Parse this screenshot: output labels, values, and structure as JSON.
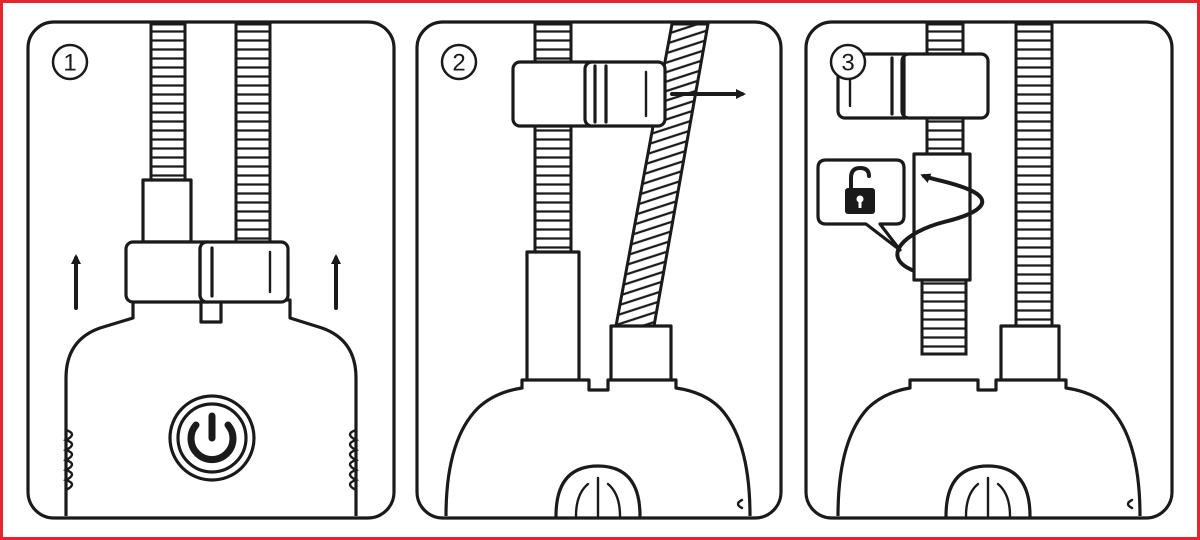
{
  "steps": [
    {
      "number": "1"
    },
    {
      "number": "2"
    },
    {
      "number": "3"
    }
  ],
  "icons": {
    "power": "power-icon",
    "unlock": "unlock-icon",
    "arrow": "arrow-icon"
  },
  "colors": {
    "frame_border": "#e3262e",
    "line": "#1a1a1a",
    "background": "#ffffff"
  }
}
